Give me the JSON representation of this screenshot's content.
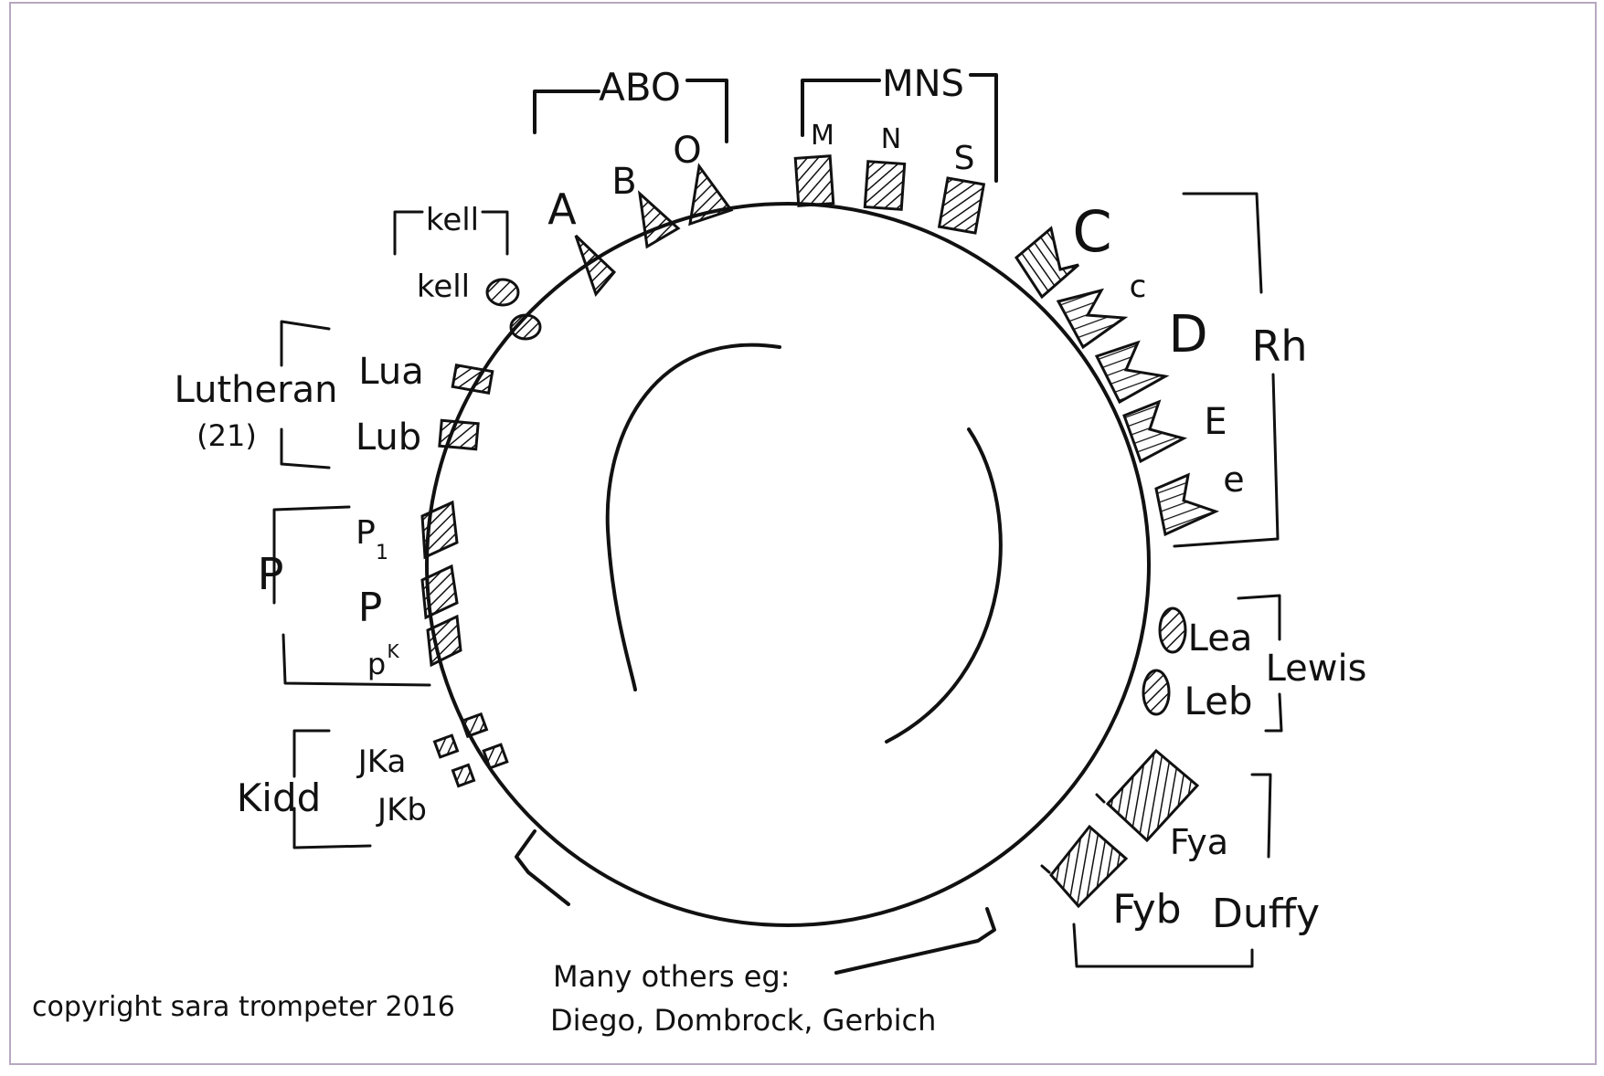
{
  "diagram": {
    "groups": {
      "abo": {
        "name": "ABO",
        "antigens": [
          "A",
          "B",
          "O"
        ]
      },
      "mns": {
        "name": "MNS",
        "antigens": [
          "M",
          "N",
          "S"
        ]
      },
      "kell": {
        "name": "kell",
        "antigens": [
          "kell"
        ]
      },
      "lutheran": {
        "name": "Lutheran",
        "note": "(21)",
        "antigens": [
          "Lua",
          "Lub"
        ]
      },
      "p": {
        "name": "P",
        "antigens": [
          "P",
          "P",
          "p"
        ],
        "p1_sub": "1",
        "pk_sup": "K"
      },
      "kidd": {
        "name": "Kidd",
        "antigens": [
          "JKa",
          "JKb"
        ]
      },
      "rh": {
        "name": "Rh",
        "antigens": [
          "C",
          "c",
          "D",
          "E",
          "e"
        ]
      },
      "lewis": {
        "name": "Lewis",
        "antigens": [
          "Lea",
          "Leb"
        ]
      },
      "duffy": {
        "name": "Duffy",
        "antigens": [
          "Fya",
          "Fyb"
        ]
      }
    },
    "others_line1": "Many others eg:",
    "others_line2": "Diego, Dombrock, Gerbich",
    "copyright": "copyright  sara trompeter 2016"
  }
}
